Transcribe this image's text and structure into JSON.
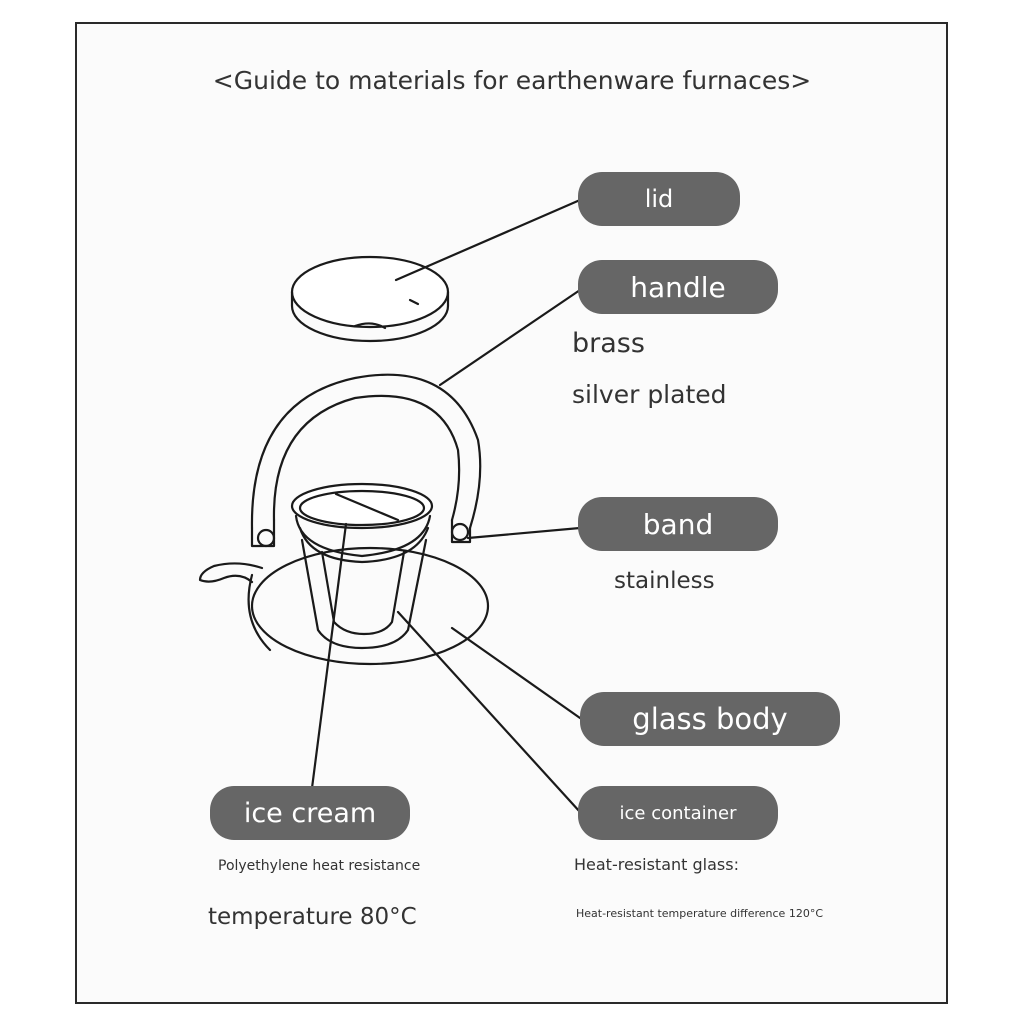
{
  "title": "<Guide to materials for earthenware furnaces>",
  "labels": {
    "lid": "lid",
    "handle": "handle",
    "band": "band",
    "glass_body": "glass body",
    "ice_cream": "ice cream",
    "ice_container": "ice container"
  },
  "materials": {
    "handle_line1": "brass",
    "handle_line2": "silver plated",
    "band": "stainless",
    "ice_cream_line1": "Polyethylene heat resistance",
    "ice_cream_line2": "temperature 80°C",
    "ice_container_line1": "Heat-resistant glass:",
    "ice_container_line2": "Heat-resistant temperature difference 120°C"
  },
  "colors": {
    "pill": "#666666",
    "pill_text": "#ffffff",
    "line": "#1a1a1a"
  },
  "icons": [
    "lid-icon",
    "teapot-icon"
  ]
}
